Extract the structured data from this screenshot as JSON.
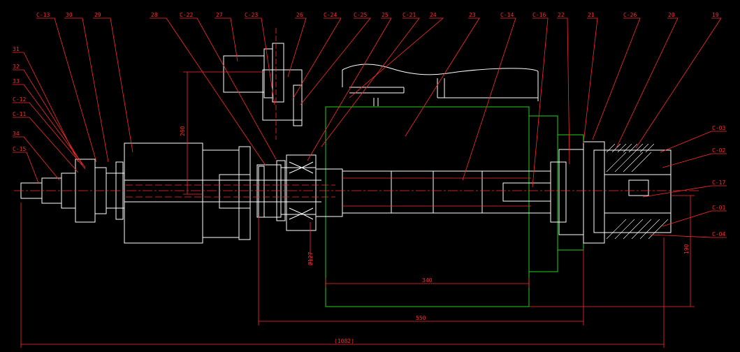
{
  "colors": {
    "background": "#000000",
    "outline": "#ffffff",
    "leader": "#ff2a2a",
    "centerline": "#ff3030",
    "section": "#1fd21f",
    "dimension": "#ff2a2a"
  },
  "top_labels": [
    "C-13",
    "30",
    "29",
    "28",
    "C-22",
    "27",
    "C-23",
    "26",
    "C-24",
    "C-25",
    "25",
    "C-21",
    "24",
    "23",
    "C-14",
    "C-16",
    "22",
    "21",
    "C-26",
    "20",
    "19"
  ],
  "left_labels": [
    "31",
    "32",
    "33",
    "C-12",
    "C-11",
    "34",
    "C-15"
  ],
  "right_labels": [
    "C-03",
    "C-02",
    "C-17",
    "C-01",
    "C-04"
  ],
  "dimensions": {
    "d_260": "260",
    "d_340": "340",
    "d_550": "550",
    "d_1082": "(1082)",
    "d_190": "190",
    "d_pulley": "Ø127"
  }
}
